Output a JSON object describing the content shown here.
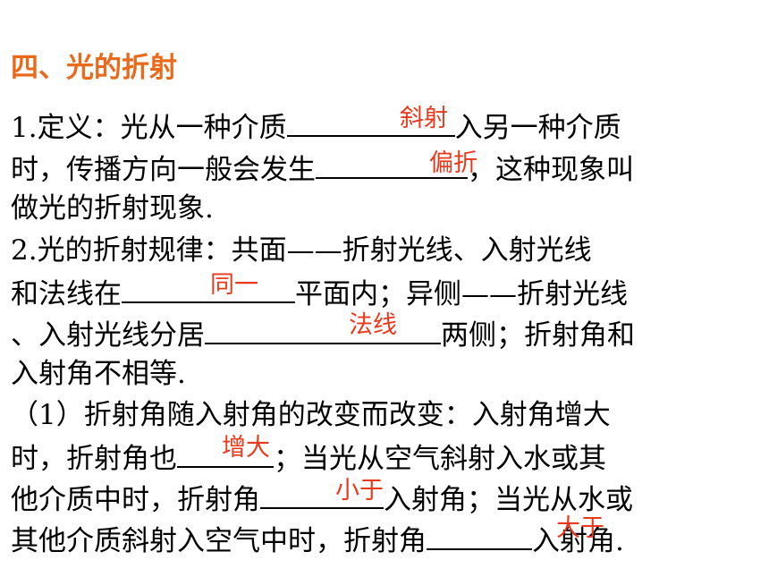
{
  "title": "四、光的折射",
  "lines": [
    [
      "1.定义：光从一种介质",
      "入另一种介质"
    ],
    [
      "时，传播方向一般会发生",
      "，这种现象叫"
    ],
    [
      "做光的折射现象."
    ],
    [
      "2.光的折射规律：共面——折射光线、入射光线"
    ],
    [
      "和法线在",
      "平面内；异侧——折射光线"
    ],
    [
      "、入射光线分居",
      "两侧；折射角和"
    ],
    [
      "入射角不相等."
    ],
    [
      "（1）折射角随入射角的改变而改变：入射角增大"
    ],
    [
      "时，折射角也",
      "；当光从空气斜射入水或其"
    ],
    [
      "他介质中时，折射角",
      "入射角；当光从水或"
    ],
    [
      "其他介质斜射入空气中时，折射角",
      "入射角."
    ]
  ],
  "answers": {
    "a1": "斜射",
    "a2": "偏折",
    "a3": "同一",
    "a4": "法线",
    "a5": "增大",
    "a6": "小于",
    "a7": "大于"
  }
}
